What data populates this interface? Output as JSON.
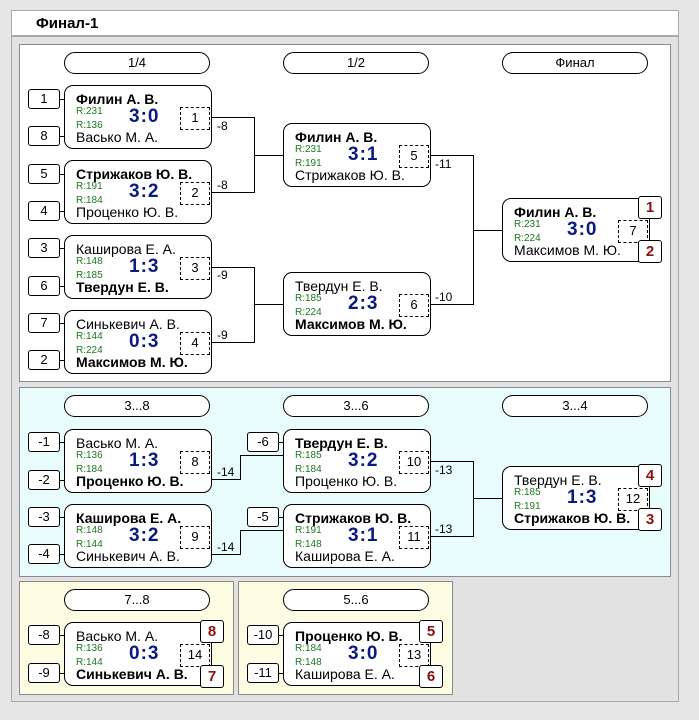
{
  "title": "Финал-1",
  "main": {
    "headers": [
      "1/4",
      "1/2",
      "Финал"
    ],
    "seeds": [
      "1",
      "8",
      "5",
      "4",
      "3",
      "6",
      "7",
      "2"
    ],
    "matches": [
      {
        "p1": "Филин А. В.",
        "p2": "Васько М. А.",
        "r1": "R:231",
        "r2": "R:136",
        "score": "3:0",
        "num": "1",
        "loss": "-8"
      },
      {
        "p1": "Стрижаков Ю. В.",
        "p2": "Проценко Ю. В.",
        "r1": "R:191",
        "r2": "R:184",
        "score": "3:2",
        "num": "2",
        "loss": "-8"
      },
      {
        "p1": "Каширова Е. А.",
        "p2": "Твердун Е. В.",
        "r1": "R:148",
        "r2": "R:185",
        "score": "1:3",
        "num": "3",
        "loss": "-9"
      },
      {
        "p1": "Синькевич А. В.",
        "p2": "Максимов М. Ю.",
        "r1": "R:144",
        "r2": "R:224",
        "score": "0:3",
        "num": "4",
        "loss": "-9"
      },
      {
        "p1": "Филин А. В.",
        "p2": "Стрижаков Ю. В.",
        "r1": "R:231",
        "r2": "R:191",
        "score": "3:1",
        "num": "5",
        "loss": "-11"
      },
      {
        "p1": "Твердун Е. В.",
        "p2": "Максимов М. Ю.",
        "r1": "R:185",
        "r2": "R:224",
        "score": "2:3",
        "num": "6",
        "loss": "-10"
      },
      {
        "p1": "Филин А. В.",
        "p2": "Максимов М. Ю.",
        "r1": "R:231",
        "r2": "R:224",
        "score": "3:0",
        "num": "7",
        "place1": "1",
        "place2": "2"
      }
    ]
  },
  "cons": {
    "headers": [
      "3...8",
      "3...6",
      "3...4"
    ],
    "seeds": [
      "-1",
      "-2",
      "-3",
      "-4",
      "-6",
      "-5"
    ],
    "matches": [
      {
        "p1": "Васько М. А.",
        "p2": "Проценко Ю. В.",
        "r1": "R:136",
        "r2": "R:184",
        "score": "1:3",
        "num": "8",
        "loss": "-14"
      },
      {
        "p1": "Каширова Е. А.",
        "p2": "Синькевич А. В.",
        "r1": "R:148",
        "r2": "R:144",
        "score": "3:2",
        "num": "9",
        "loss": "-14"
      },
      {
        "p1": "Твердун Е. В.",
        "p2": "Проценко Ю. В.",
        "r1": "R:185",
        "r2": "R:184",
        "score": "3:2",
        "num": "10",
        "loss": "-13"
      },
      {
        "p1": "Стрижаков Ю. В.",
        "p2": "Каширова Е. А.",
        "r1": "R:191",
        "r2": "R:148",
        "score": "3:1",
        "num": "11",
        "loss": "-13"
      },
      {
        "p1": "Твердун Е. В.",
        "p2": "Стрижаков Ю. В.",
        "r1": "R:185",
        "r2": "R:191",
        "score": "1:3",
        "num": "12",
        "place1": "4",
        "place2": "3"
      }
    ]
  },
  "p78": {
    "header": "7...8",
    "seeds": [
      "-8",
      "-9"
    ],
    "match": {
      "p1": "Васько М. А.",
      "p2": "Синькевич А. В.",
      "r1": "R:136",
      "r2": "R:144",
      "score": "0:3",
      "num": "14",
      "place1": "8",
      "place2": "7"
    }
  },
  "p56": {
    "header": "5...6",
    "seeds": [
      "-10",
      "-11"
    ],
    "match": {
      "p1": "Проценко Ю. В.",
      "p2": "Каширова Е. А.",
      "r1": "R:184",
      "r2": "R:148",
      "score": "3:0",
      "num": "13",
      "place1": "5",
      "place2": "6"
    }
  }
}
